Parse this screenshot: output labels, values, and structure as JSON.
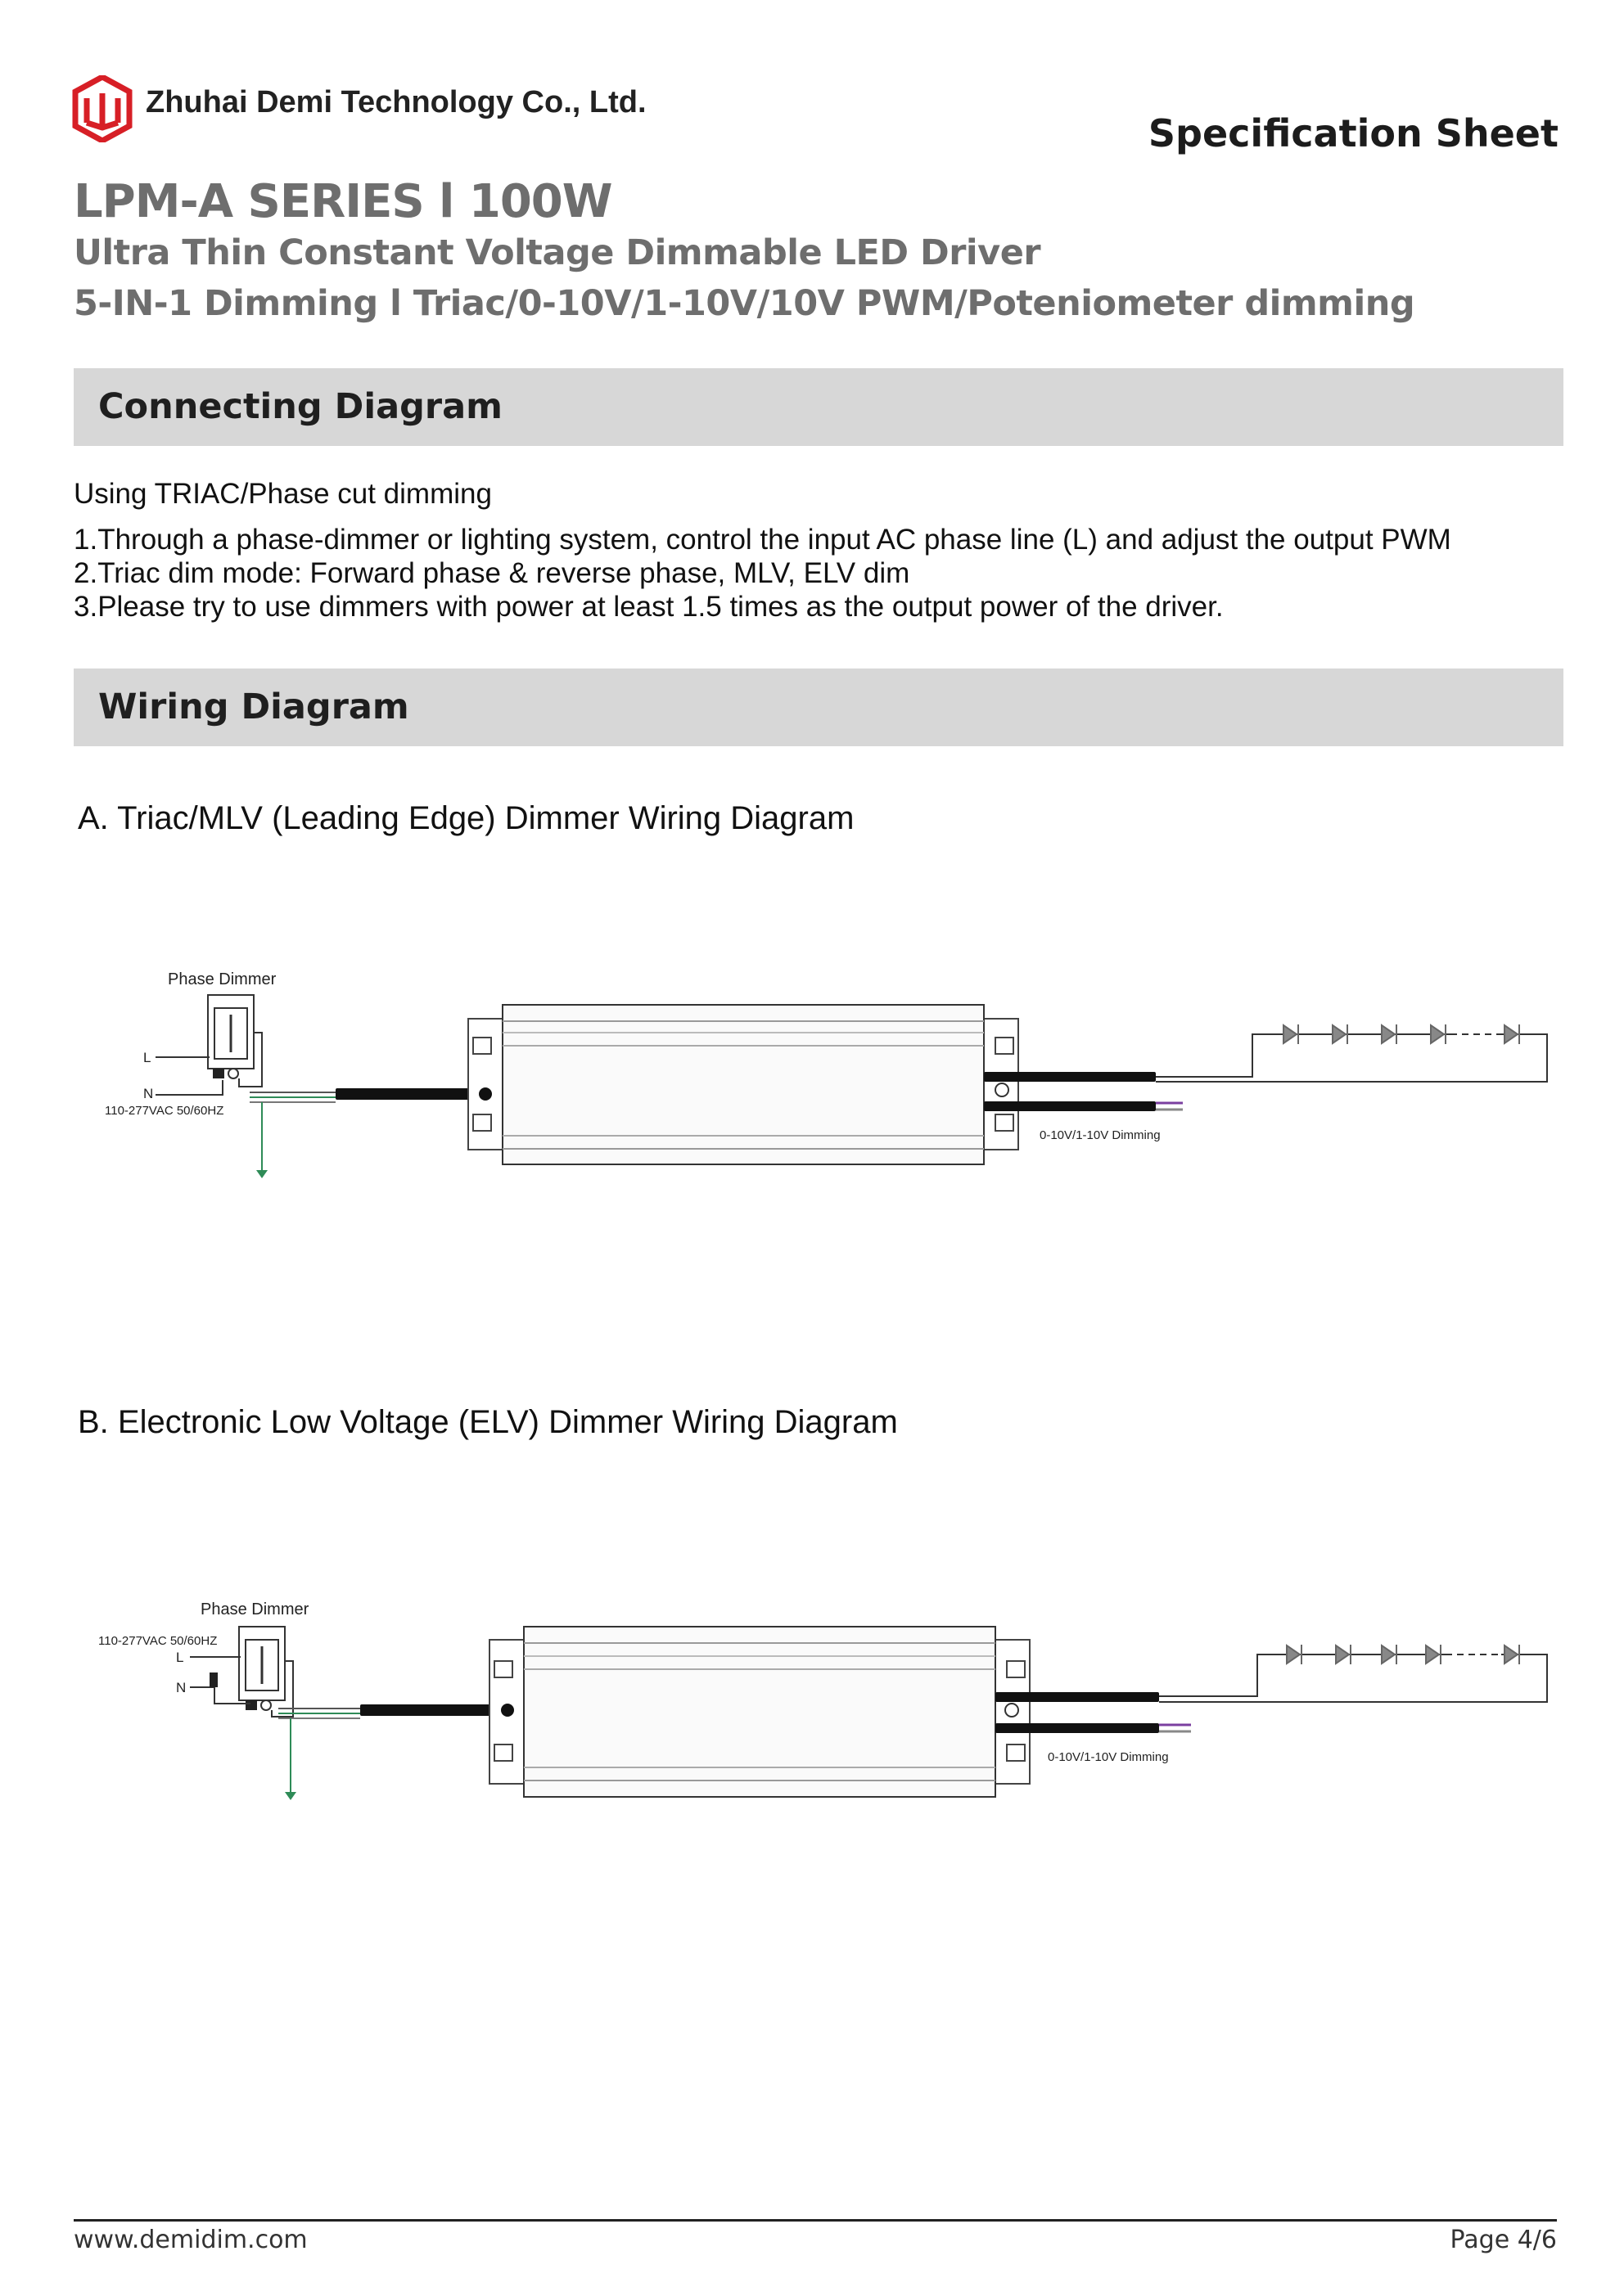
{
  "header": {
    "company_name": "Zhuhai Demi Technology Co., Ltd.",
    "doc_type": "Specification Sheet",
    "logo_color": "#d71f26"
  },
  "product": {
    "series": "LPM-A SERIES l 100W",
    "subtitle_1": "Ultra Thin Constant Voltage Dimmable LED Driver",
    "subtitle_2": "5-IN-1 Dimming l  Triac/0-10V/1-10V/10V PWM/Poteniometer dimming"
  },
  "connecting": {
    "heading": "Connecting Diagram",
    "intro": "Using TRIAC/Phase cut dimming",
    "points": [
      "1.Through a phase-dimmer or lighting system, control the input AC phase line (L) and adjust the output PWM",
      "2.Triac dim mode: Forward phase & reverse phase, MLV, ELV dim",
      "3.Please try to use dimmers with power at least 1.5 times as the output power of the driver."
    ]
  },
  "wiring": {
    "heading": "Wiring Diagram",
    "diagram_a": {
      "title": "A. Triac/MLV (Leading Edge) Dimmer Wiring Diagram",
      "dimmer_label": "Phase Dimmer",
      "line_label": "L",
      "neutral_label": "N",
      "input_label": "110-277VAC 50/60HZ",
      "dimming_label": "0-10V/1-10V Dimming"
    },
    "diagram_b": {
      "title": "B. Electronic Low Voltage (ELV) Dimmer Wiring Diagram",
      "dimmer_label": "Phase Dimmer",
      "line_label": "L",
      "neutral_label": "N",
      "input_label": "110-277VAC 50/60HZ",
      "dimming_label": "0-10V/1-10V Dimming"
    }
  },
  "footer": {
    "url": "www.demidim.com",
    "page": "Page 4/6"
  }
}
